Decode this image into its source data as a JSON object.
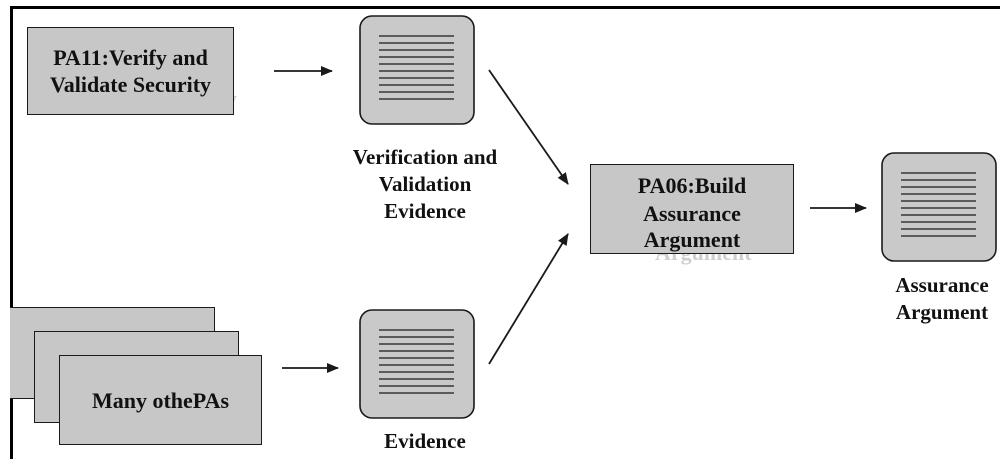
{
  "process_areas": {
    "pa11_line1": "PA11:Verify and",
    "pa11_line2": "Validate Security",
    "pa06_line1": "PA06:Build",
    "pa06_line2": "Assurance",
    "pa06_line3": "Argument",
    "others": "Many othePAs"
  },
  "artifacts": {
    "vv_line1": "Verification and",
    "vv_line2": "Validation",
    "vv_line3": "Evidence",
    "evidence": "Evidence",
    "assurance_line1": "Assurance",
    "assurance_line2": "Argument"
  },
  "ghost_text": {
    "pa11_residue_1": "l",
    "pa11_residue_2": "y",
    "pa06_residue": "Argument"
  },
  "colors": {
    "box_fill": "#c7c7c7",
    "stroke": "#1a1a1a",
    "doc_fill": "#c9c9c9"
  }
}
